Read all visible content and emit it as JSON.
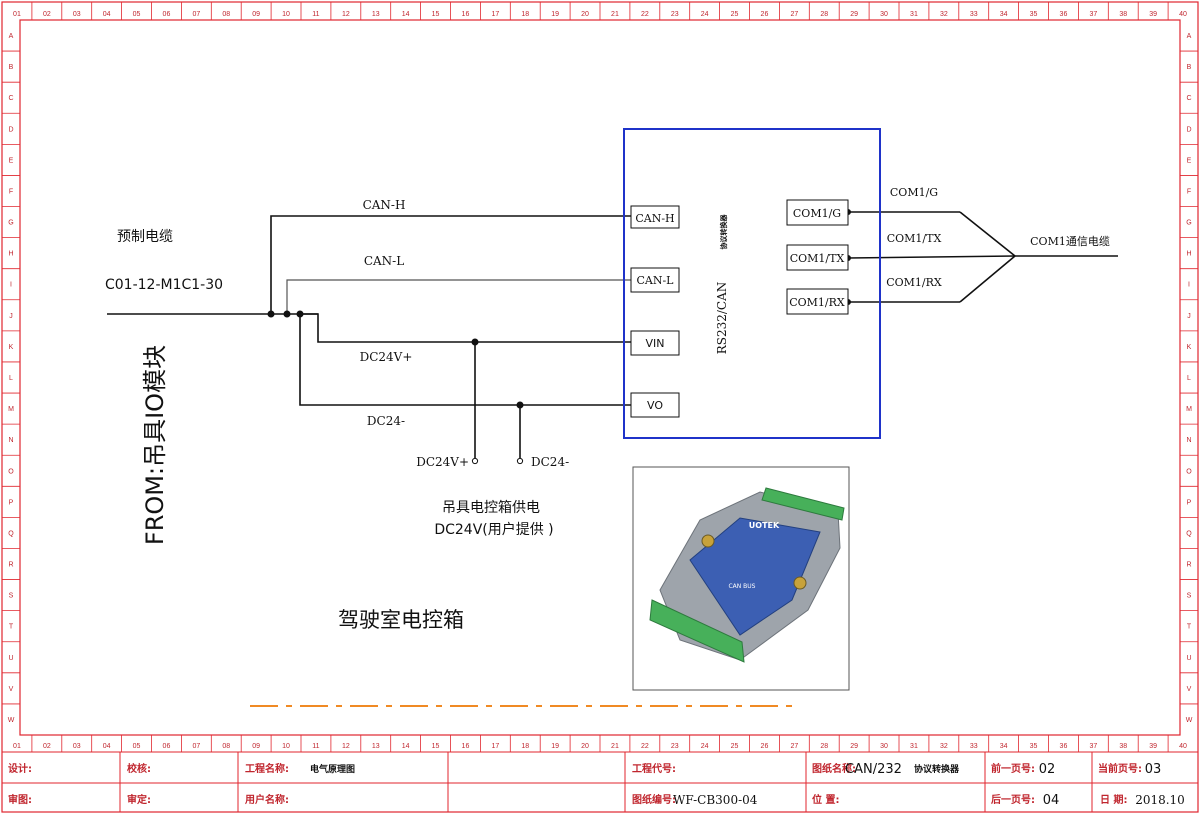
{
  "ruler": {
    "columns": [
      "01",
      "02",
      "03",
      "04",
      "05",
      "06",
      "07",
      "08",
      "09",
      "10",
      "11",
      "12",
      "13",
      "14",
      "15",
      "16",
      "17",
      "18",
      "19",
      "20",
      "21",
      "22",
      "23",
      "24",
      "25",
      "26",
      "27",
      "28",
      "29",
      "30",
      "31",
      "32",
      "33",
      "34",
      "35",
      "36",
      "37",
      "38",
      "39",
      "40"
    ],
    "rows": [
      "A",
      "B",
      "C",
      "D",
      "E",
      "F",
      "G",
      "H",
      "I",
      "J",
      "K",
      "L",
      "M",
      "N",
      "O",
      "P",
      "Q",
      "R",
      "S",
      "T",
      "U",
      "V",
      "W"
    ]
  },
  "diagram": {
    "cable_title": "预制电缆",
    "cable_code": "C01-12-M1C1-30",
    "from_label": "FROM:吊具IO模块",
    "wire_can_h": "CAN-H",
    "wire_can_l": "CAN-L",
    "wire_dc24_plus": "DC24V+",
    "wire_dc24_minus": "DC24-",
    "tap_dc24_plus": "DC24V+",
    "tap_dc24_minus": "DC24-",
    "supply_line1": "吊具电控箱供电",
    "supply_line2": "DC24V(用户提供 )",
    "cab_label": "驾驶室电控箱",
    "converter": {
      "name": "RS232/CAN",
      "subtitle": "协议转换器",
      "ports_left": [
        "CAN-H",
        "CAN-L",
        "VIN",
        "VO"
      ],
      "ports_right": [
        "COM1/G",
        "COM1/TX",
        "COM1/RX"
      ]
    },
    "com_wires": [
      "COM1/G",
      "COM1/TX",
      "COM1/RX"
    ],
    "com_cable": "COM1通信电缆",
    "photo": {
      "brand": "UOTEK",
      "bottom_label": "CAN BUS"
    }
  },
  "title_block": {
    "design_label": "设计:",
    "check_label": "校核:",
    "project_name_label": "工程名称:",
    "project_name_value": "电气原理图",
    "drawing_review_label": "审图:",
    "review_label": "审定:",
    "user_label": "用户名称:",
    "project_no_label": "工程代号:",
    "drawing_no_label": "图纸编号:",
    "drawing_no_value": "WF-CB300-04",
    "drawing_name_label": "图纸名称:",
    "drawing_name_value": "CAN/232",
    "drawing_name_sub": "协议转换器",
    "position_label": "位 置:",
    "prev_page_label": "前一页号:",
    "prev_page_value": "02",
    "next_page_label": "后一页号:",
    "next_page_value": "04",
    "current_page_label": "当前页号:",
    "current_page_value": "03",
    "date_label": "日 期:",
    "date_value": "2018.10"
  }
}
